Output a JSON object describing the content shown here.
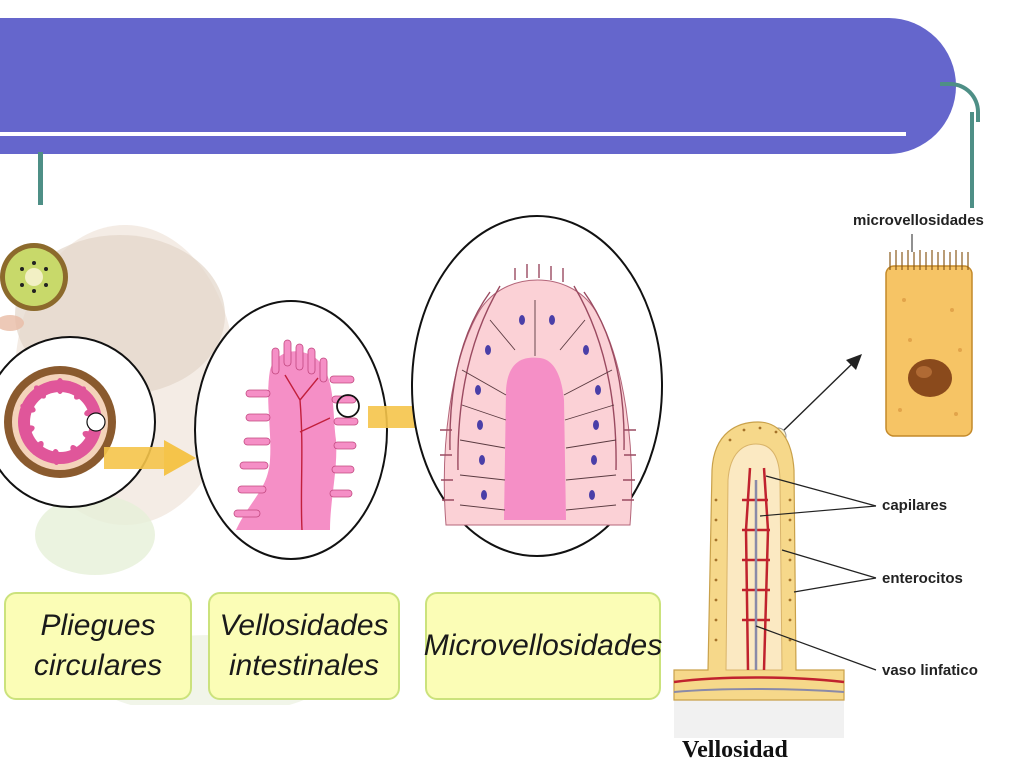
{
  "stages": {
    "pliegues": [
      "Pliegues",
      "circulares"
    ],
    "vellosidades": [
      "Vellosidades",
      "intestinales"
    ],
    "micro": [
      "Microvellosidades"
    ]
  },
  "villus_diagram": {
    "microvellosidades": "microvellosidades",
    "capilares": "capilares",
    "enterocitos": "enterocitos",
    "vaso_linfatico": "vaso linfatico",
    "title": "Vellosidad"
  },
  "colors": {
    "banner": "#6566cc",
    "teal": "#4e8f86",
    "label_fill": "#fbfdb6",
    "pink": "#f58fc6",
    "arrow": "#f5c44a"
  }
}
